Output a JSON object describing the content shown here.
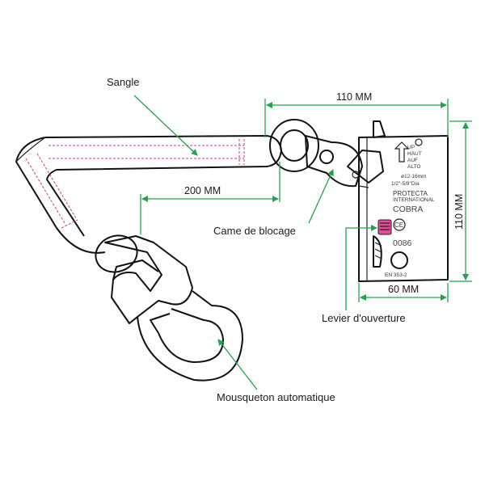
{
  "labels": {
    "strap": "Sangle",
    "cam": "Came de blocage",
    "lever": "Levier d'ouverture",
    "hook": "Mousqueton automatique"
  },
  "dimensions": {
    "width_top": "110 MM",
    "strap_length": "200 MM",
    "height_right": "110 MM",
    "width_bottom": "60 MM"
  },
  "device": {
    "arrow_text": [
      "UP",
      "HAUT",
      "AUF",
      "ALTO"
    ],
    "rope_spec_1": "ø12-16mm",
    "rope_spec_2": "1/2\"-5/8\"Dia",
    "brand_1": "PROTECTA",
    "brand_2": "INTERNATIONAL",
    "model": "COBRA",
    "ce_mark": "CE",
    "notified_body": "0086",
    "standard": "EN 353-2"
  },
  "colors": {
    "dimension_lines": "#22a34a",
    "stitching": "#d23a8c",
    "lever_button": "#e64a9a"
  }
}
